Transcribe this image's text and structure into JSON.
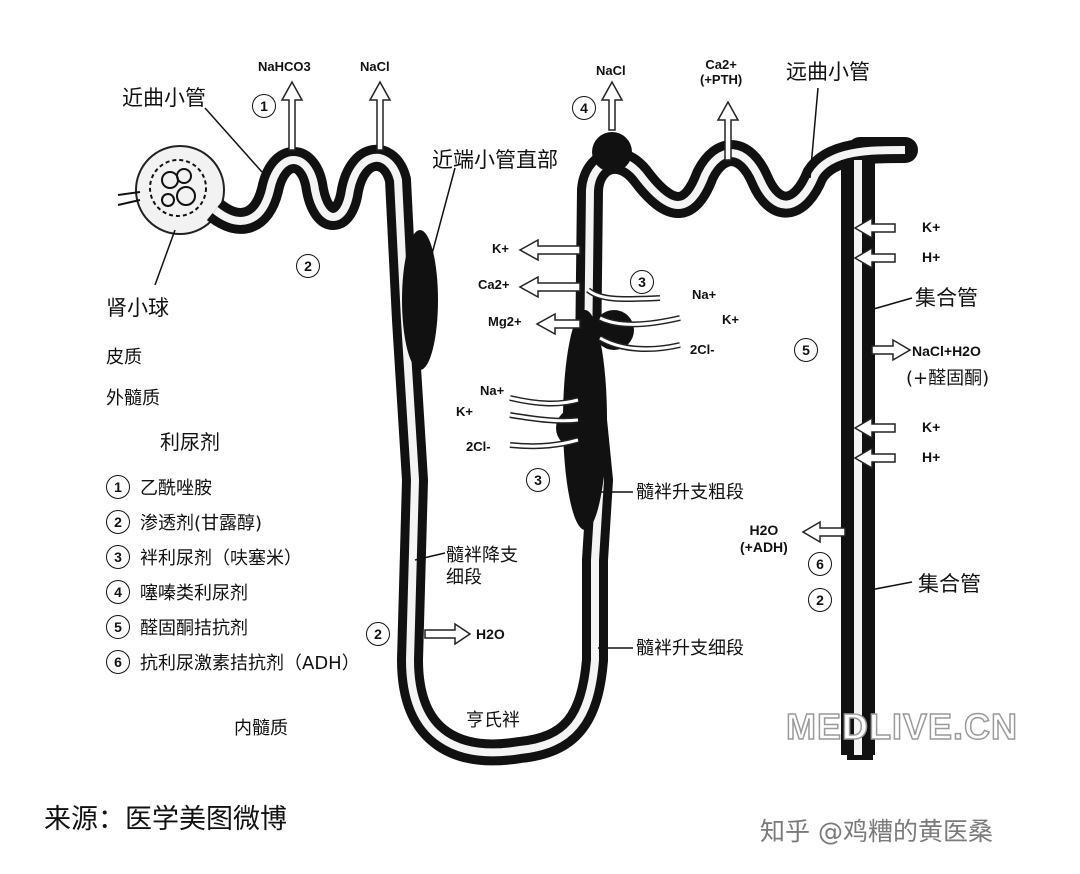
{
  "labels": {
    "proximal_convoluted": "近曲小管",
    "proximal_straight": "近端小管直部",
    "distal_convoluted": "远曲小管",
    "glomerulus": "肾小球",
    "cortex": "皮质",
    "outer_medulla": "外髓质",
    "inner_medulla": "内髓质",
    "collecting_duct_upper": "集合管",
    "collecting_duct_lower": "集合管",
    "thick_ascending": "髓袢升支粗段",
    "thin_descending": "髓袢降支\n细段",
    "thin_ascending": "髓袢升支细段",
    "loop_of_henle": "亨氏袢"
  },
  "ions": {
    "nahco3": "NaHCO3",
    "nacl_top": "NaCl",
    "nacl_distal": "NaCl",
    "ca_pth": "Ca2+\n(+PTH)",
    "k_left": "K+",
    "ca_left": "Ca2+",
    "mg_left": "Mg2+",
    "na_right": "Na+",
    "k_right": "K+",
    "cl_right": "2Cl-",
    "na_low": "Na+",
    "k_low": "K+",
    "cl_low": "2Cl-",
    "h2o_loop": "H2O",
    "k_cd1": "K+",
    "h_cd1": "H+",
    "nacl_h2o": "NaCl+H2O",
    "aldosterone": "(+醛固酮)",
    "k_cd2": "K+",
    "h_cd2": "H+",
    "h2o_adh": "H2O\n(+ADH)"
  },
  "markers": [
    "1",
    "2",
    "4",
    "3",
    "3",
    "5",
    "2",
    "6",
    "2"
  ],
  "legend": {
    "title": "利尿剂",
    "items": [
      {
        "num": "1",
        "text": "乙酰唑胺"
      },
      {
        "num": "2",
        "text": "渗透剂(甘露醇)"
      },
      {
        "num": "3",
        "text": "袢利尿剂（呋塞米）"
      },
      {
        "num": "4",
        "text": "噻嗪类利尿剂"
      },
      {
        "num": "5",
        "text": "醛固酮拮抗剂"
      },
      {
        "num": "6",
        "text": "抗利尿激素拮抗剂（ADH）"
      }
    ]
  },
  "watermark": "MEDLIVE.CN",
  "source": "来源：医学美图微博",
  "credit": "知乎 @鸡糟的黄医桑"
}
